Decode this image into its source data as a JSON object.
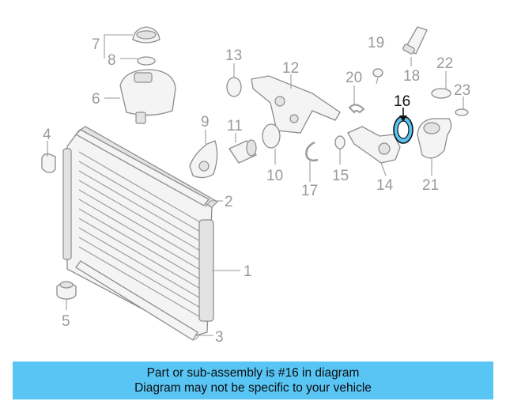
{
  "diagram": {
    "callouts": {
      "c1": "1",
      "c2": "2",
      "c3": "3",
      "c4": "4",
      "c5": "5",
      "c6": "6",
      "c7": "7",
      "c8": "8",
      "c9": "9",
      "c10": "10",
      "c11": "11",
      "c12": "12",
      "c13": "13",
      "c14": "14",
      "c15": "15",
      "c16": "16",
      "c17": "17",
      "c18": "18",
      "c19": "19",
      "c20": "20",
      "c21": "21",
      "c22": "22",
      "c23": "23"
    },
    "highlighted_part": "16",
    "colors": {
      "highlight_fill": "#58c5f5",
      "outline": "#8c8c8c",
      "callout_text": "#9a9a9a"
    }
  },
  "banner": {
    "line1": "Part or sub-assembly is #16 in diagram",
    "line2": "Diagram may not be specific to your vehicle",
    "color": "#58c5f5"
  }
}
